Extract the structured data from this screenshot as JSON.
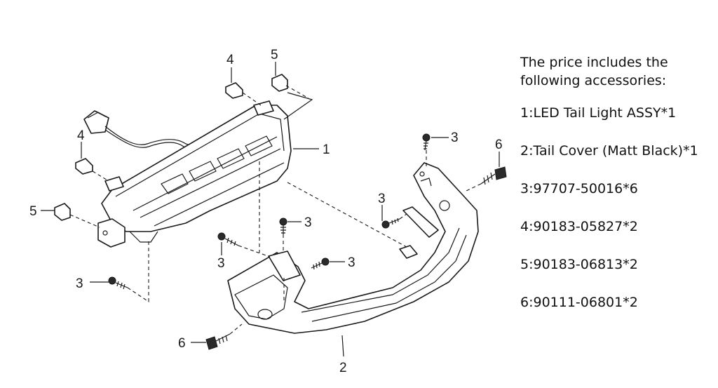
{
  "callouts": {
    "c1": "1",
    "c2": "2",
    "c3a": "3",
    "c3b": "3",
    "c3c": "3",
    "c3d": "3",
    "c3e": "3",
    "c3f": "3",
    "c4a": "4",
    "c4b": "4",
    "c5a": "5",
    "c5b": "5",
    "c6a": "6",
    "c6b": "6"
  },
  "legend": {
    "intro": "The price includes the following accessories:",
    "items": [
      "1:LED Tail Light ASSY*1",
      "2:Tail Cover (Matt Black)*1",
      "3:97707-50016*6",
      "4:90183-05827*2",
      "5:90183-06813*2",
      "6:90111-06801*2"
    ]
  },
  "colors": {
    "line": "#1a1a1a",
    "background": "#ffffff"
  }
}
